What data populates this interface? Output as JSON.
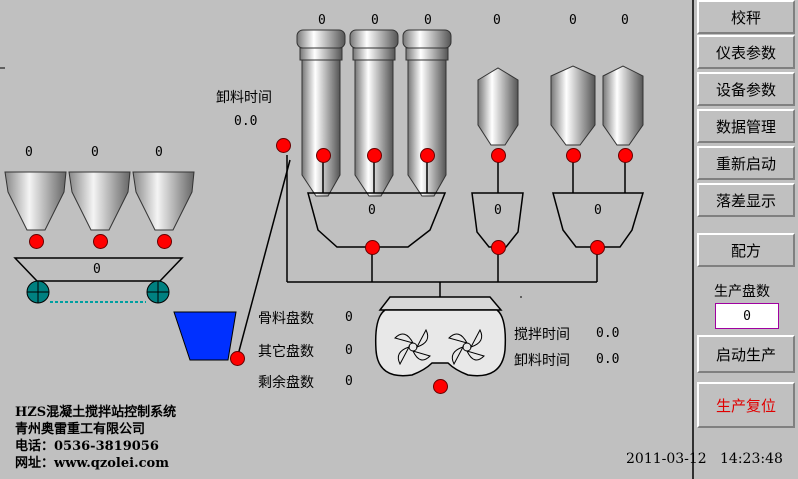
{
  "side": {
    "calibrate": "校秤",
    "instrument_params": "仪表参数",
    "device_params": "设备参数",
    "data_mgmt": "数据管理",
    "restart": "重新启动",
    "diff_display": "落差显示",
    "recipe": "配方",
    "batch_label": "生产盘数",
    "batch_value": "0",
    "start": "启动生产",
    "reset": "生产复位"
  },
  "silos": {
    "v1": "0",
    "v2": "0",
    "v3": "0",
    "v4": "0",
    "v5": "0",
    "v6": "0"
  },
  "scales": {
    "mixed": "0",
    "single": "0",
    "double": "0",
    "agg": "0"
  },
  "agg_bins": {
    "b1": "0",
    "b2": "0",
    "b3": "0"
  },
  "discharge": {
    "label": "卸料时间",
    "value": "0.0"
  },
  "counts": {
    "agg_label": "骨料盘数",
    "agg_value": "0",
    "other_label": "其它盘数",
    "other_value": "0",
    "remain_label": "剩余盘数",
    "remain_value": "0"
  },
  "mixer": {
    "mix_label": "搅拌时间",
    "mix_value": "0.0",
    "unload_label": "卸料时间",
    "unload_value": "0.0"
  },
  "company": {
    "system": "HZS混凝土搅拌站控制系统",
    "name": "青州奥雷重工有限公司",
    "phone": "电话：0536-3819056",
    "web": "网址：www.qzolei.com"
  },
  "datetime": {
    "date": "2011-03-12",
    "time": "14:23:48"
  },
  "colors": {
    "valve": "#ff0000",
    "hopper": "#0030ff",
    "belt_wheel": "#008080"
  }
}
